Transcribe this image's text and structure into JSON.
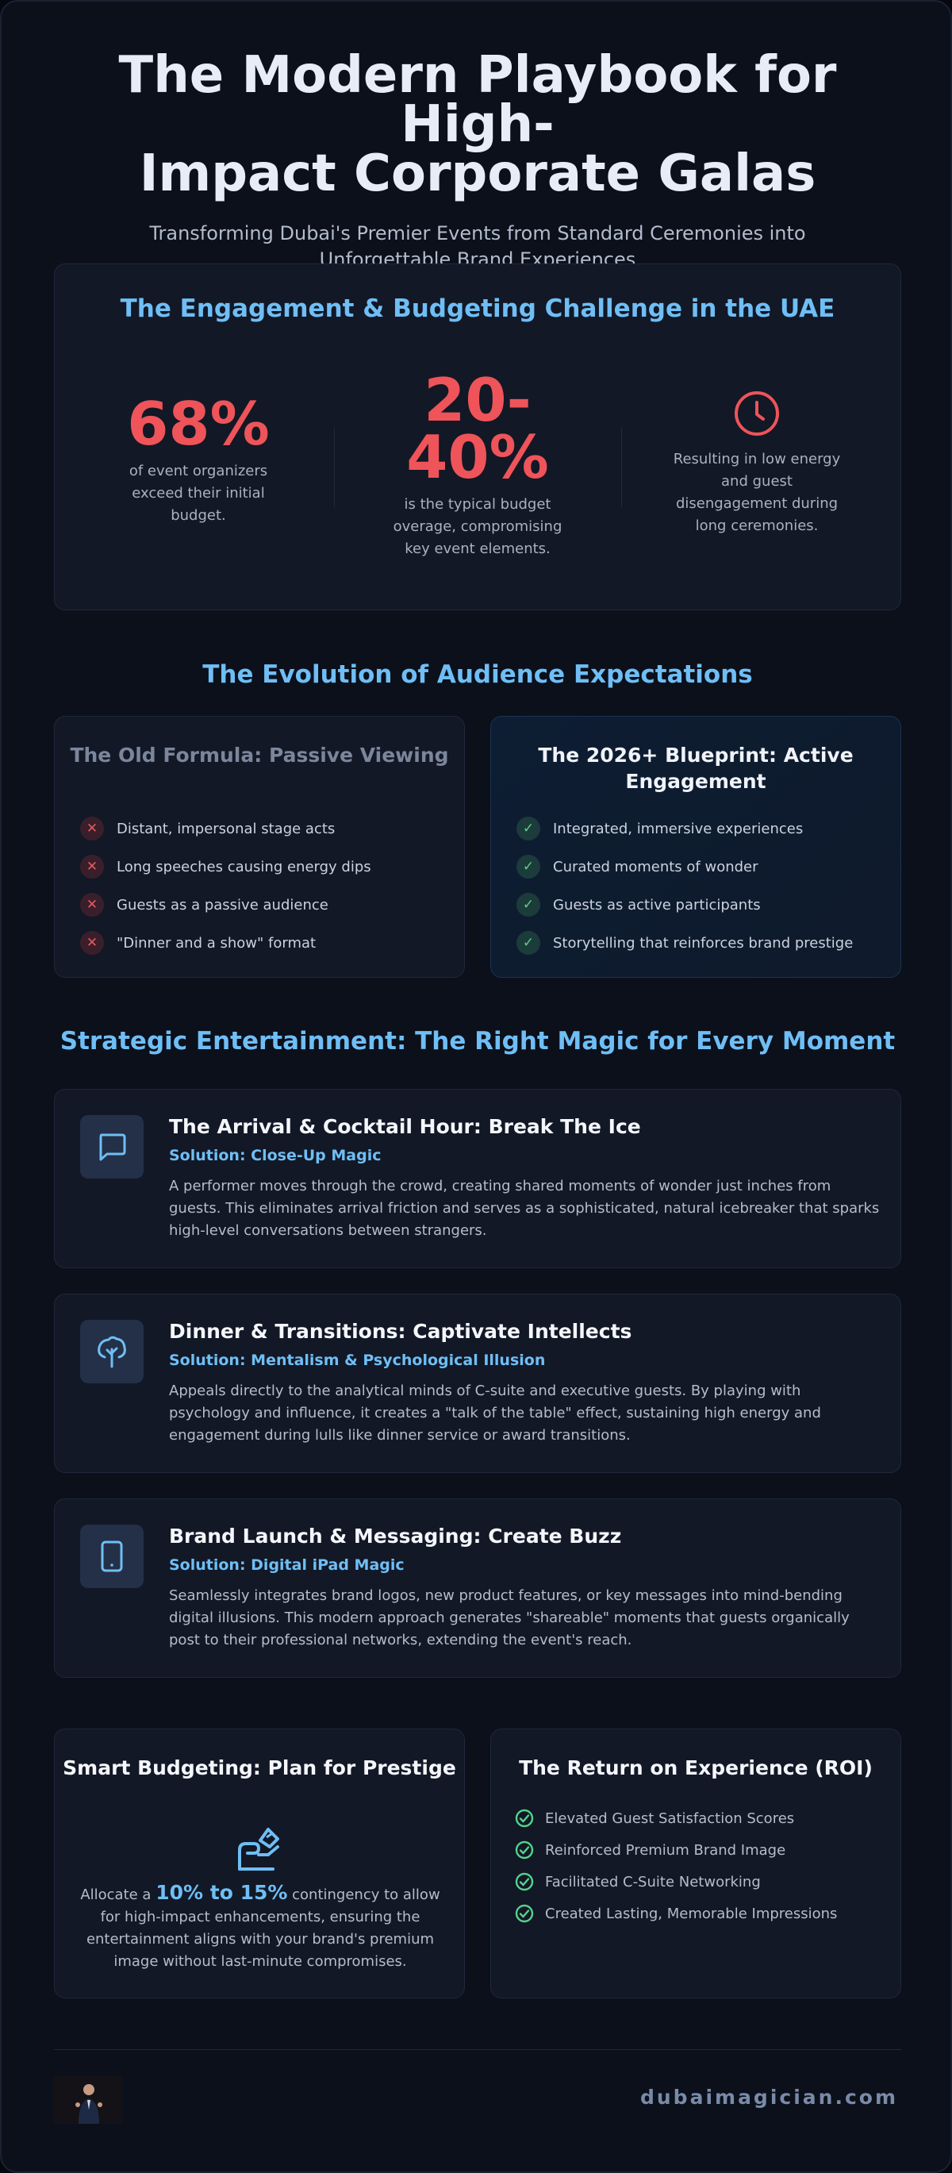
{
  "hero": {
    "title_line1": "The Modern Playbook for High-",
    "title_line2": "Impact Corporate Galas",
    "subtitle": "Transforming Dubai's Premier Events from Standard Ceremonies into Unforgettable Brand Experiences"
  },
  "challenge": {
    "title": "The Engagement & Budgeting Challenge in the UAE",
    "stats": [
      {
        "value": "68%",
        "description": "of event organizers exceed their initial budget."
      },
      {
        "value": "20-40%",
        "description": "is the typical budget overage, compromising key event elements."
      },
      {
        "icon": "clock-icon",
        "description": "Resulting in low energy and guest disengagement during long ceremonies."
      }
    ]
  },
  "evolution": {
    "title": "The Evolution of Audience Expectations",
    "old": {
      "title": "The Old Formula: Passive Viewing",
      "items": [
        "Distant, impersonal stage acts",
        "Long speeches causing energy dips",
        "Guests as a passive audience",
        "\"Dinner and a show\" format"
      ]
    },
    "new": {
      "title": "The 2026+ Blueprint: Active Engagement",
      "items": [
        "Integrated, immersive experiences",
        "Curated moments of wonder",
        "Guests as active participants",
        "Storytelling that reinforces brand prestige"
      ]
    }
  },
  "strategy": {
    "title": "Strategic Entertainment: The Right Magic for Every Moment",
    "cards": [
      {
        "icon": "chat-icon",
        "title": "The Arrival & Cocktail Hour: Break The Ice",
        "solution": "Solution: Close-Up Magic",
        "body": "A performer moves through the crowd, creating shared moments of wonder just inches from guests. This eliminates arrival friction and serves as a sophisticated, natural icebreaker that sparks high-level conversations between strangers."
      },
      {
        "icon": "brain-icon",
        "title": "Dinner & Transitions: Captivate Intellects",
        "solution": "Solution: Mentalism & Psychological Illusion",
        "body": "Appeals directly to the analytical minds of C-suite and executive guests. By playing with psychology and influence, it creates a \"talk of the table\" effect, sustaining high energy and engagement during lulls like dinner service or award transitions."
      },
      {
        "icon": "tablet-icon",
        "title": "Brand Launch & Messaging: Create Buzz",
        "solution": "Solution: Digital iPad Magic",
        "body": "Seamlessly integrates brand logos, new product features, or key messages into mind-bending digital illusions. This modern approach generates \"shareable\" moments that guests organically post to their professional networks, extending the event's reach."
      }
    ]
  },
  "budgeting": {
    "title": "Smart Budgeting: Plan for Prestige",
    "text_before": "Allocate a ",
    "highlight": "10% to 15%",
    "text_after": " contingency to allow for high-impact enhancements, ensuring the entertainment aligns with your brand's premium image without last-minute compromises."
  },
  "roi": {
    "title": "The Return on Experience (ROI)",
    "items": [
      "Elevated Guest Satisfaction Scores",
      "Reinforced Premium Brand Image",
      "Facilitated C-Suite Networking",
      "Created Lasting, Memorable Impressions"
    ]
  },
  "footer": {
    "site": "dubaimagician.com"
  },
  "colors": {
    "accent": "#6fbef5",
    "alert": "#ee5459",
    "success": "#56d28b",
    "background": "#0b101b"
  }
}
